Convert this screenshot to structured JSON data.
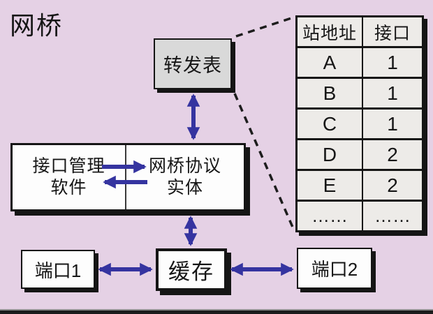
{
  "title": "网桥",
  "colors": {
    "background": "#e5d1e5",
    "arrow": "#3534a0",
    "forwarding_box_fill": "#d9d9d9",
    "white_box_fill": "#fdfdfd",
    "table_cell_fill": "#edebe8",
    "border": "#151515"
  },
  "forwarding_box": {
    "label": "转发表"
  },
  "bridge_box": {
    "left_line1": "接口管理",
    "left_line2": "软件",
    "right_line1": "网桥协议",
    "right_line2": "实体"
  },
  "buffer_box": {
    "label": "缓存"
  },
  "port1_box": {
    "label": "端口1"
  },
  "port2_box": {
    "label": "端口2"
  },
  "forwarding_table": {
    "headers": [
      "站地址",
      "接口"
    ],
    "rows": [
      {
        "station": "A",
        "port": "1"
      },
      {
        "station": "B",
        "port": "1"
      },
      {
        "station": "C",
        "port": "1"
      },
      {
        "station": "D",
        "port": "2"
      },
      {
        "station": "E",
        "port": "2"
      },
      {
        "station": "……",
        "port": "……"
      }
    ]
  }
}
